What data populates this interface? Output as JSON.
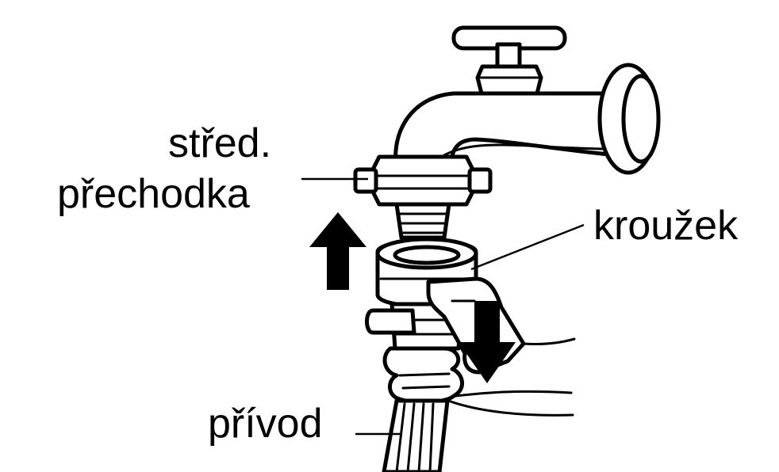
{
  "labels": {
    "adapter_line1": "střed.",
    "adapter_line2": "přechodka",
    "ring": "kroužek",
    "hose": "přívod"
  }
}
